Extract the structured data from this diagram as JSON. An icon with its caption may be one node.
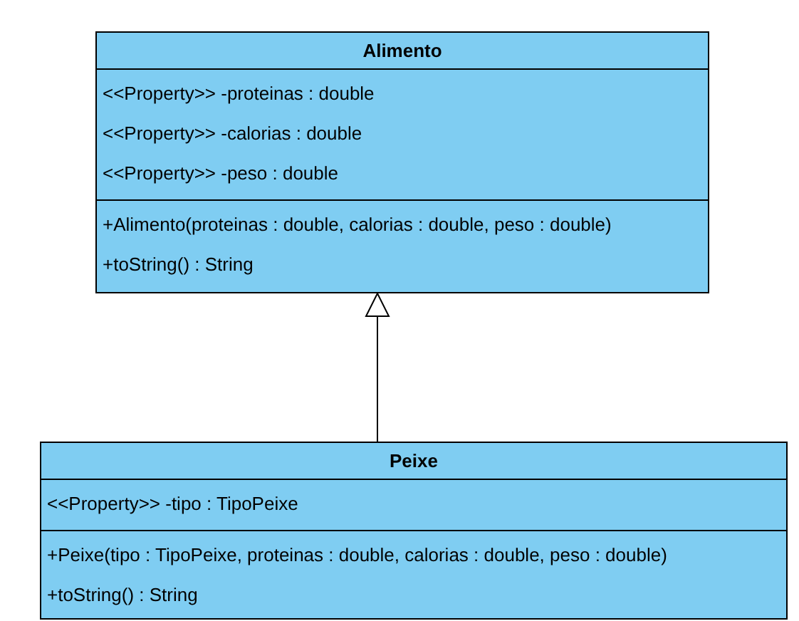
{
  "diagram": {
    "nodes": [
      {
        "text": [
          "Alimento",
          "<<Property>> -proteinas : double",
          "<<Property>> -calorias : double",
          "<<Property>> -peso : double",
          "+Alimento(proteinas : double, calorias : double, peso : double)",
          "+toString() : String"
        ]
      },
      {
        "text": [
          "Peixe",
          "<<Property>> -tipo : TipoPeixe",
          "+Peixe(tipo : TipoPeixe, proteinas : double, calorias : double, peso : double)",
          "+toString() : String"
        ]
      }
    ],
    "edges": [
      {
        "from": 1,
        "to": 0,
        "arrow": "to"
      }
    ]
  }
}
